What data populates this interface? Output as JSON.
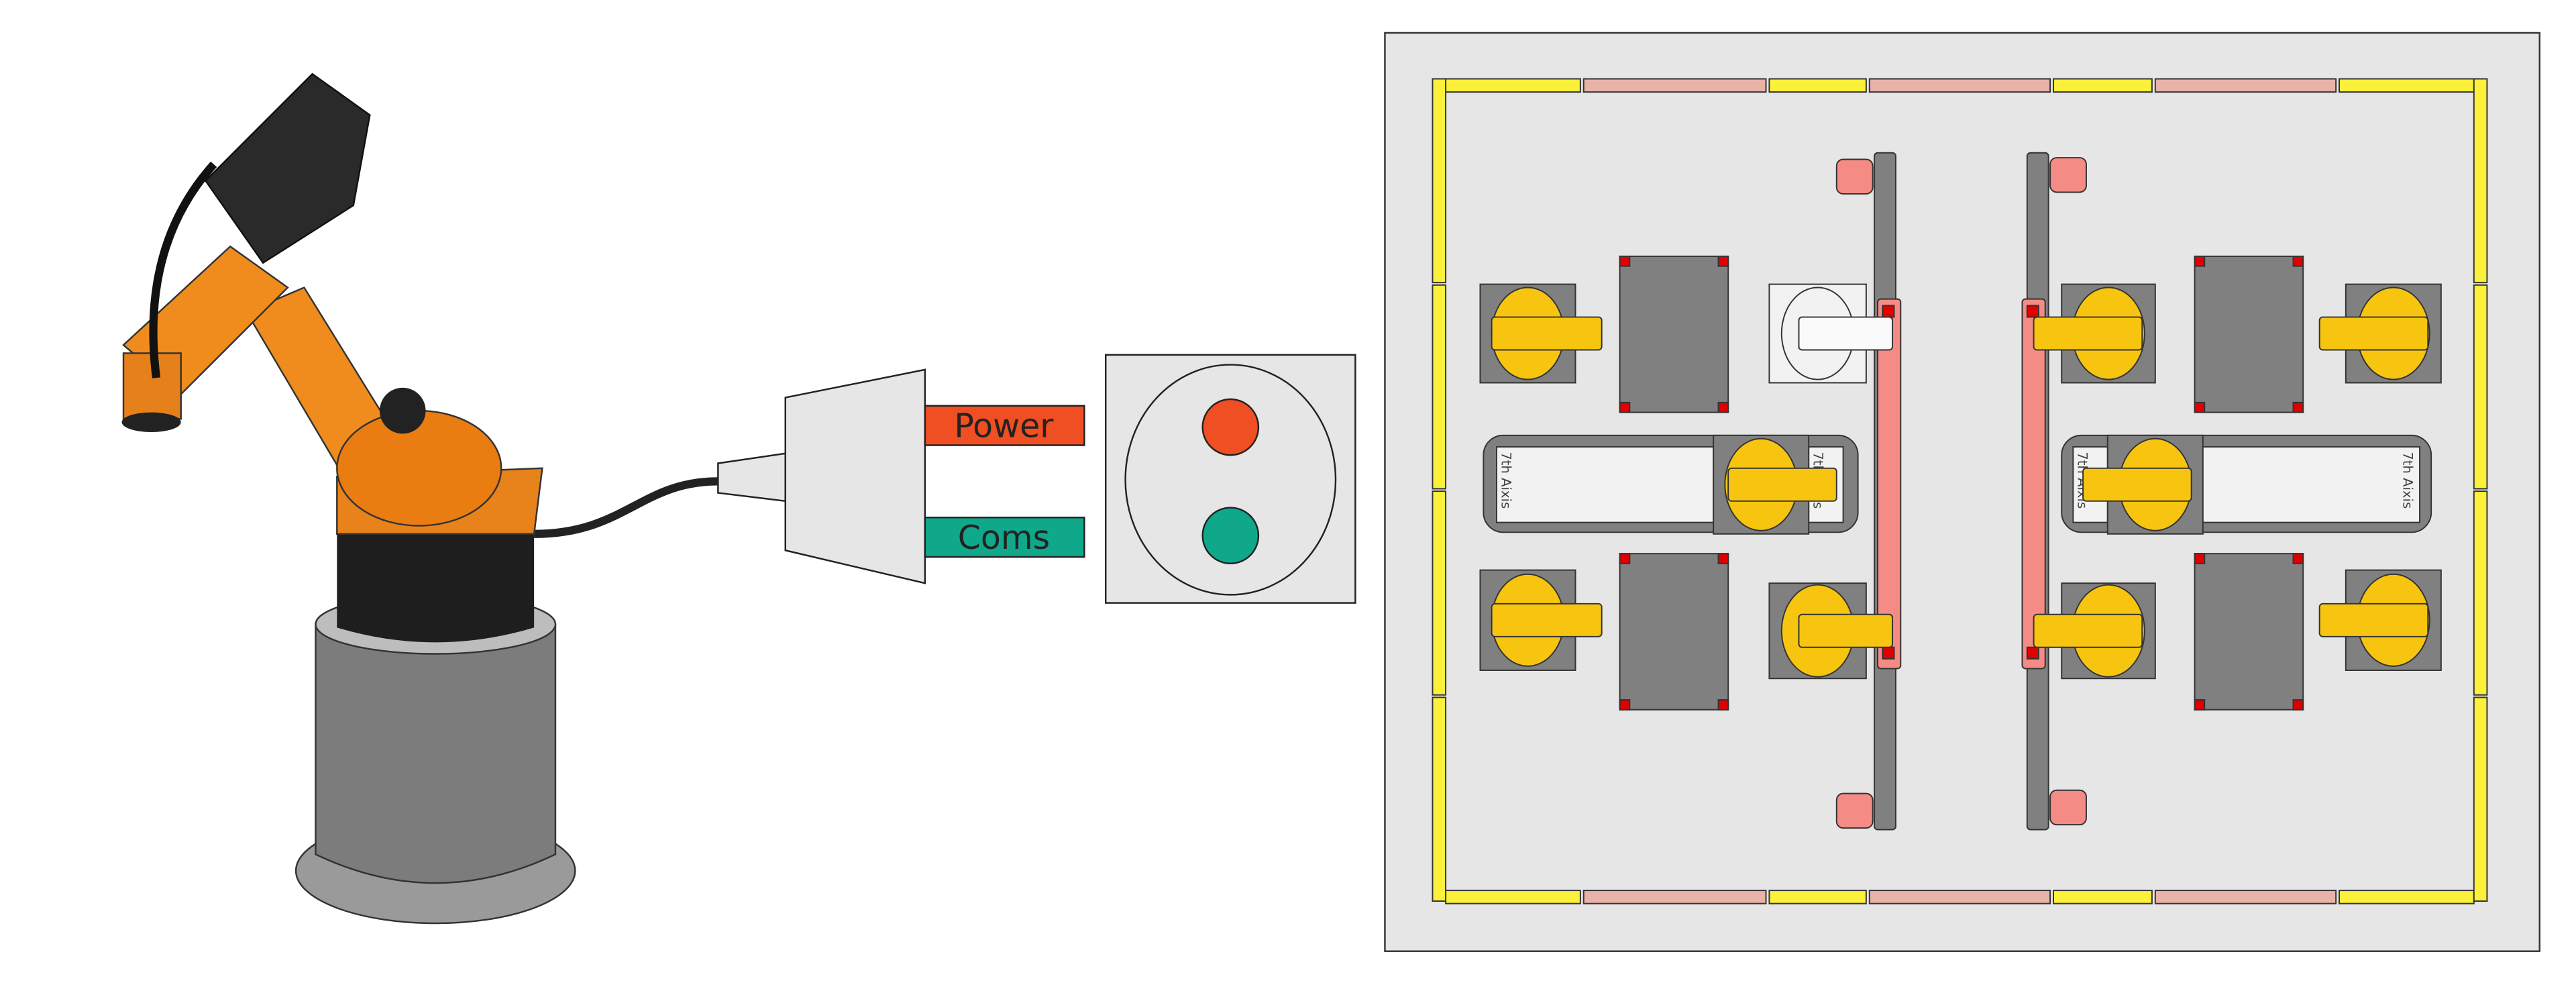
{
  "connector": {
    "power_label": "Power",
    "coms_label": "Coms",
    "power_color": "#f04e23",
    "coms_color": "#0fa88a"
  },
  "cell": {
    "seventh_axis_label": "7th Aixis",
    "fence_yellow": "#fbf03a",
    "fence_pink": "#e8b2a8",
    "machine_yellow": "#f7c510",
    "slider_pink": "#f48b84",
    "marker_red": "#e00000"
  }
}
